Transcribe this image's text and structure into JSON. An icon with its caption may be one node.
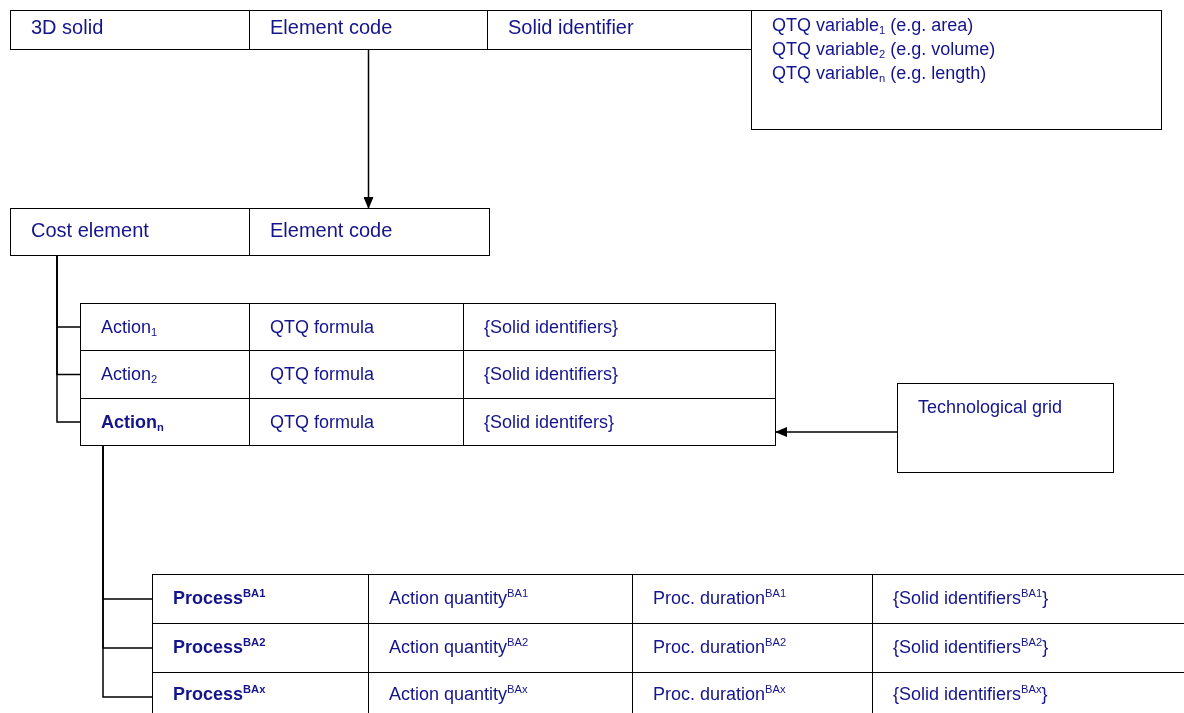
{
  "diagram": {
    "nodes": [
      {
        "text": [
          "3D solid"
        ]
      },
      {
        "text": [
          "Element code"
        ]
      },
      {
        "text": [
          "Solid identifier"
        ]
      },
      {
        "text": [
          "QTQ variable$_{1}$ (e.g. area)",
          "QTQ variable$_{2}$ (e.g. volume)",
          "QTQ variable$_{n}$ (e.g. length)"
        ]
      },
      {
        "text": [
          "Cost element"
        ]
      },
      {
        "text": [
          "Element code"
        ]
      },
      {
        "text": [
          "Action$_{1}$"
        ]
      },
      {
        "text": [
          "QTQ formula"
        ]
      },
      {
        "text": [
          "{Solid identifiers}"
        ]
      },
      {
        "text": [
          "Action$_{2}$"
        ]
      },
      {
        "text": [
          "QTQ formula"
        ]
      },
      {
        "text": [
          "{Solid identifiers}"
        ]
      },
      {
        "text": [
          "Action$_{n}$"
        ]
      },
      {
        "text": [
          "QTQ formula"
        ]
      },
      {
        "text": [
          "{Solid identifers}"
        ]
      },
      {
        "text": [
          "Technological grid"
        ]
      },
      {
        "text": [
          "Process$^{BA1}$"
        ]
      },
      {
        "text": [
          "Action quantity$^{BA1}$"
        ]
      },
      {
        "text": [
          "Proc. duration$^{BA1}$"
        ]
      },
      {
        "text": [
          "{Solid identifiers$^{BA1}$}"
        ]
      },
      {
        "text": [
          "Process$^{BA2}$"
        ]
      },
      {
        "text": [
          "Action quantity$^{BA2}$"
        ]
      },
      {
        "text": [
          "Proc. duration$^{BA2}$"
        ]
      },
      {
        "text": [
          "{Solid identifiers$^{BA2}$}"
        ]
      },
      {
        "text": [
          "Process$^{BAx}$"
        ]
      },
      {
        "text": [
          "Action quantity$^{BAx}$"
        ]
      },
      {
        "text": [
          "Proc. duration$^{BAx}$"
        ]
      },
      {
        "text": [
          "{Solid identifiers$^{BAx}$}"
        ]
      }
    ],
    "edges": [
      {
        "from": 1,
        "to": 5,
        "arrow": "to"
      },
      {
        "from": 4,
        "to": 6,
        "arrow": "none"
      },
      {
        "from": 4,
        "to": 9,
        "arrow": "none"
      },
      {
        "from": 4,
        "to": 12,
        "arrow": "none"
      },
      {
        "from": 15,
        "to": 14,
        "arrow": "to"
      },
      {
        "from": 12,
        "to": 16,
        "arrow": "none"
      },
      {
        "from": 12,
        "to": 20,
        "arrow": "none"
      },
      {
        "from": 12,
        "to": 24,
        "arrow": "none"
      }
    ]
  }
}
